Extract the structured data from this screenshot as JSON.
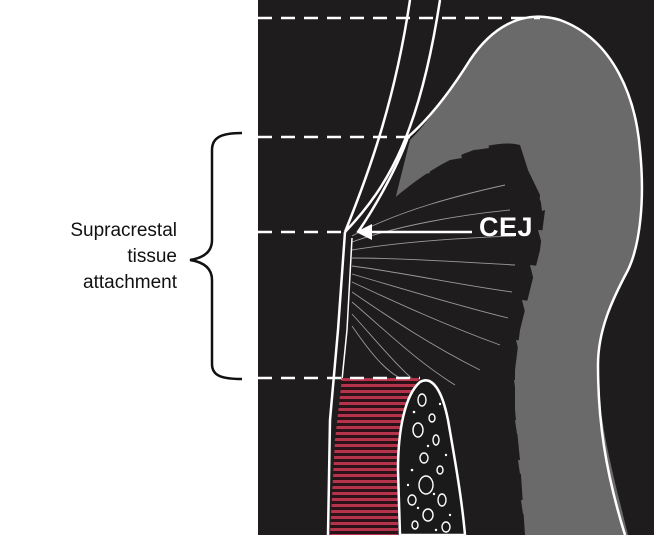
{
  "labels": {
    "attachment_line1": "Supracrestal",
    "attachment_line2": "tissue",
    "attachment_line3": "attachment",
    "cej": "CEJ"
  },
  "colors": {
    "background": "#ffffff",
    "panel": "#1f1c1d",
    "gingiva": "#6a6a6a",
    "outline": "#ffffff",
    "ligament_stripe": "#b5334b",
    "bone": "#1a1a1a",
    "text": "#111111"
  }
}
